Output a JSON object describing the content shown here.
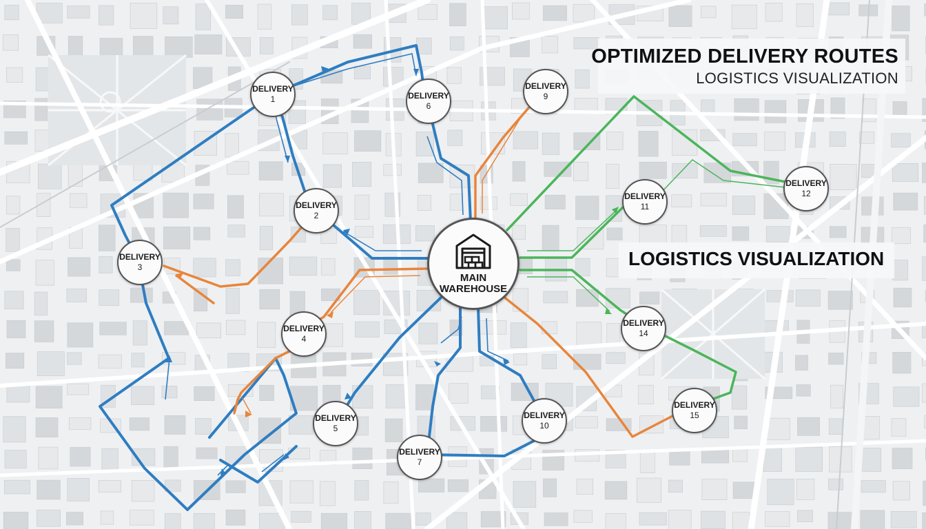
{
  "header": {
    "title": "OPTIMIZED DELIVERY ROUTES",
    "subtitle": "LOGISTICS VISUALIZATION"
  },
  "mid_label": "LOGISTICS VISUALIZATION",
  "warehouse": {
    "line1": "MAIN",
    "line2": "WAREHOUSE",
    "icon": "warehouse-icon"
  },
  "colors": {
    "route_blue": "#2f7dc1",
    "route_orange": "#e8853b",
    "route_green": "#4bb55a",
    "node_border": "#555555",
    "road": "#ffffff",
    "block": "#d9dcdf"
  },
  "deliveries": [
    {
      "label": "DELIVERY",
      "num": "1",
      "route": "blue"
    },
    {
      "label": "DELIVERY",
      "num": "2",
      "route": "blue"
    },
    {
      "label": "DELIVERY",
      "num": "3",
      "route": "blue"
    },
    {
      "label": "DELIVERY",
      "num": "4",
      "route": "orange"
    },
    {
      "label": "DELIVERY",
      "num": "5",
      "route": "blue"
    },
    {
      "label": "DELIVERY",
      "num": "6",
      "route": "blue"
    },
    {
      "label": "DELIVERY",
      "num": "7",
      "route": "blue"
    },
    {
      "label": "DELIVERY",
      "num": "9",
      "route": "orange"
    },
    {
      "label": "DELIVERY",
      "num": "10",
      "route": "blue"
    },
    {
      "label": "DELIVERY",
      "num": "11",
      "route": "green"
    },
    {
      "label": "DELIVERY",
      "num": "12",
      "route": "green"
    },
    {
      "label": "DELIVERY",
      "num": "14",
      "route": "green"
    },
    {
      "label": "DELIVERY",
      "num": "15",
      "route": "green"
    }
  ]
}
